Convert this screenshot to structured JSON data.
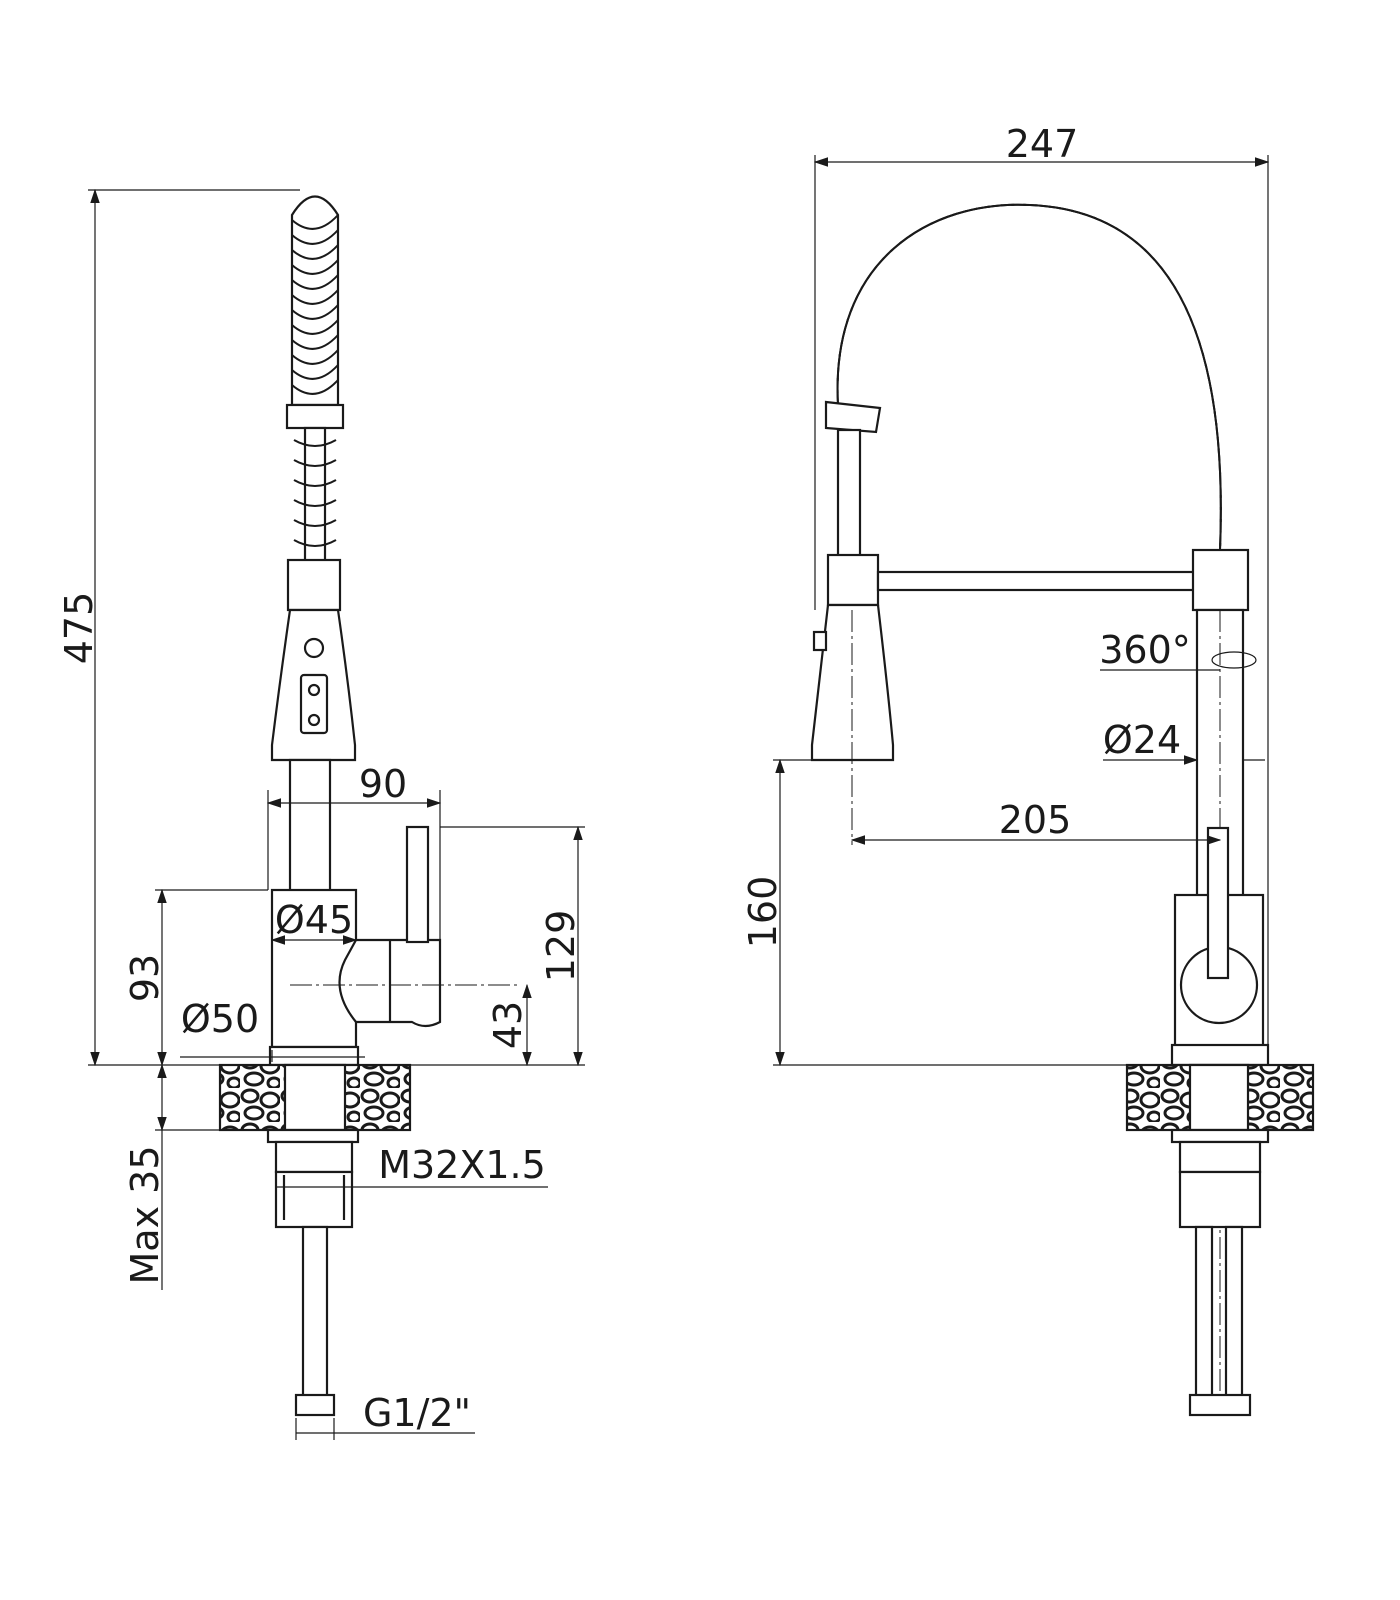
{
  "side_view": {
    "dimensions": {
      "total_height": "475",
      "handle_reach": "90",
      "body_diameter": "Ø45",
      "base_diameter": "Ø50",
      "body_height": "93",
      "lever_height": "129",
      "lever_axis_height": "43",
      "max_counter_thickness": "Max 35",
      "thread": "M32X1.5",
      "connection": "G1/2\""
    }
  },
  "front_view": {
    "dimensions": {
      "width": "247",
      "rotation": "360°",
      "pipe_diameter": "Ø24",
      "spout_reach": "205",
      "spout_height": "160"
    }
  }
}
